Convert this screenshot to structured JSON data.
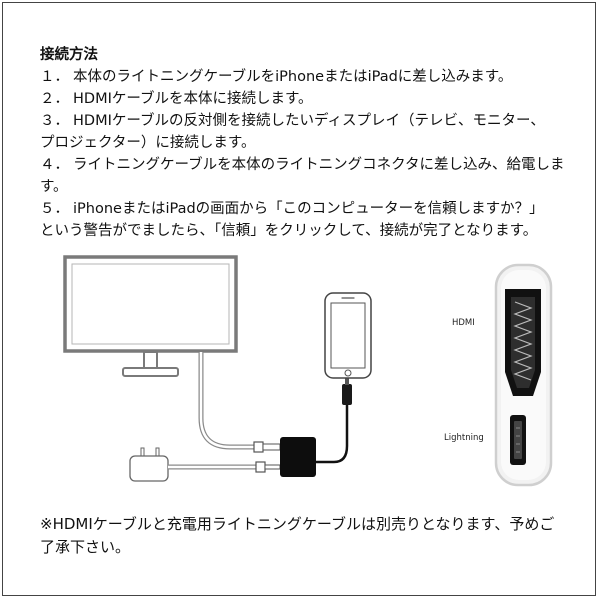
{
  "title": "接続方法",
  "steps": [
    {
      "num": "１．",
      "lines": [
        "本体のライトニングケーブルをiPhoneまたはiPadに差し込みます。"
      ]
    },
    {
      "num": "２．",
      "lines": [
        "HDMIケーブルを本体に接続します。"
      ]
    },
    {
      "num": "３．",
      "lines": [
        "HDMIケーブルの反対側を接続したいディスプレイ（テレビ、モニター、",
        "プロジェクター）に接続します。"
      ]
    },
    {
      "num": "４．",
      "lines": [
        "ライトニングケーブルを本体のライトニングコネクタに差し込み、給電しま",
        "す。"
      ]
    },
    {
      "num": "５．",
      "lines": [
        "iPhoneまたはiPadの画面から「このコンピューターを信頼しますか？」",
        "という警告がでましたら、「信頼」をクリックして、接続が完了となります。"
      ]
    }
  ],
  "diagram": {
    "labels": {
      "hdmi": "HDMI",
      "lightning": "Lightning"
    }
  },
  "note": {
    "lines": [
      "※HDMIケーブルと充電用ライトニングケーブルは別売りとなります、予めご",
      "了承下さい。"
    ]
  }
}
